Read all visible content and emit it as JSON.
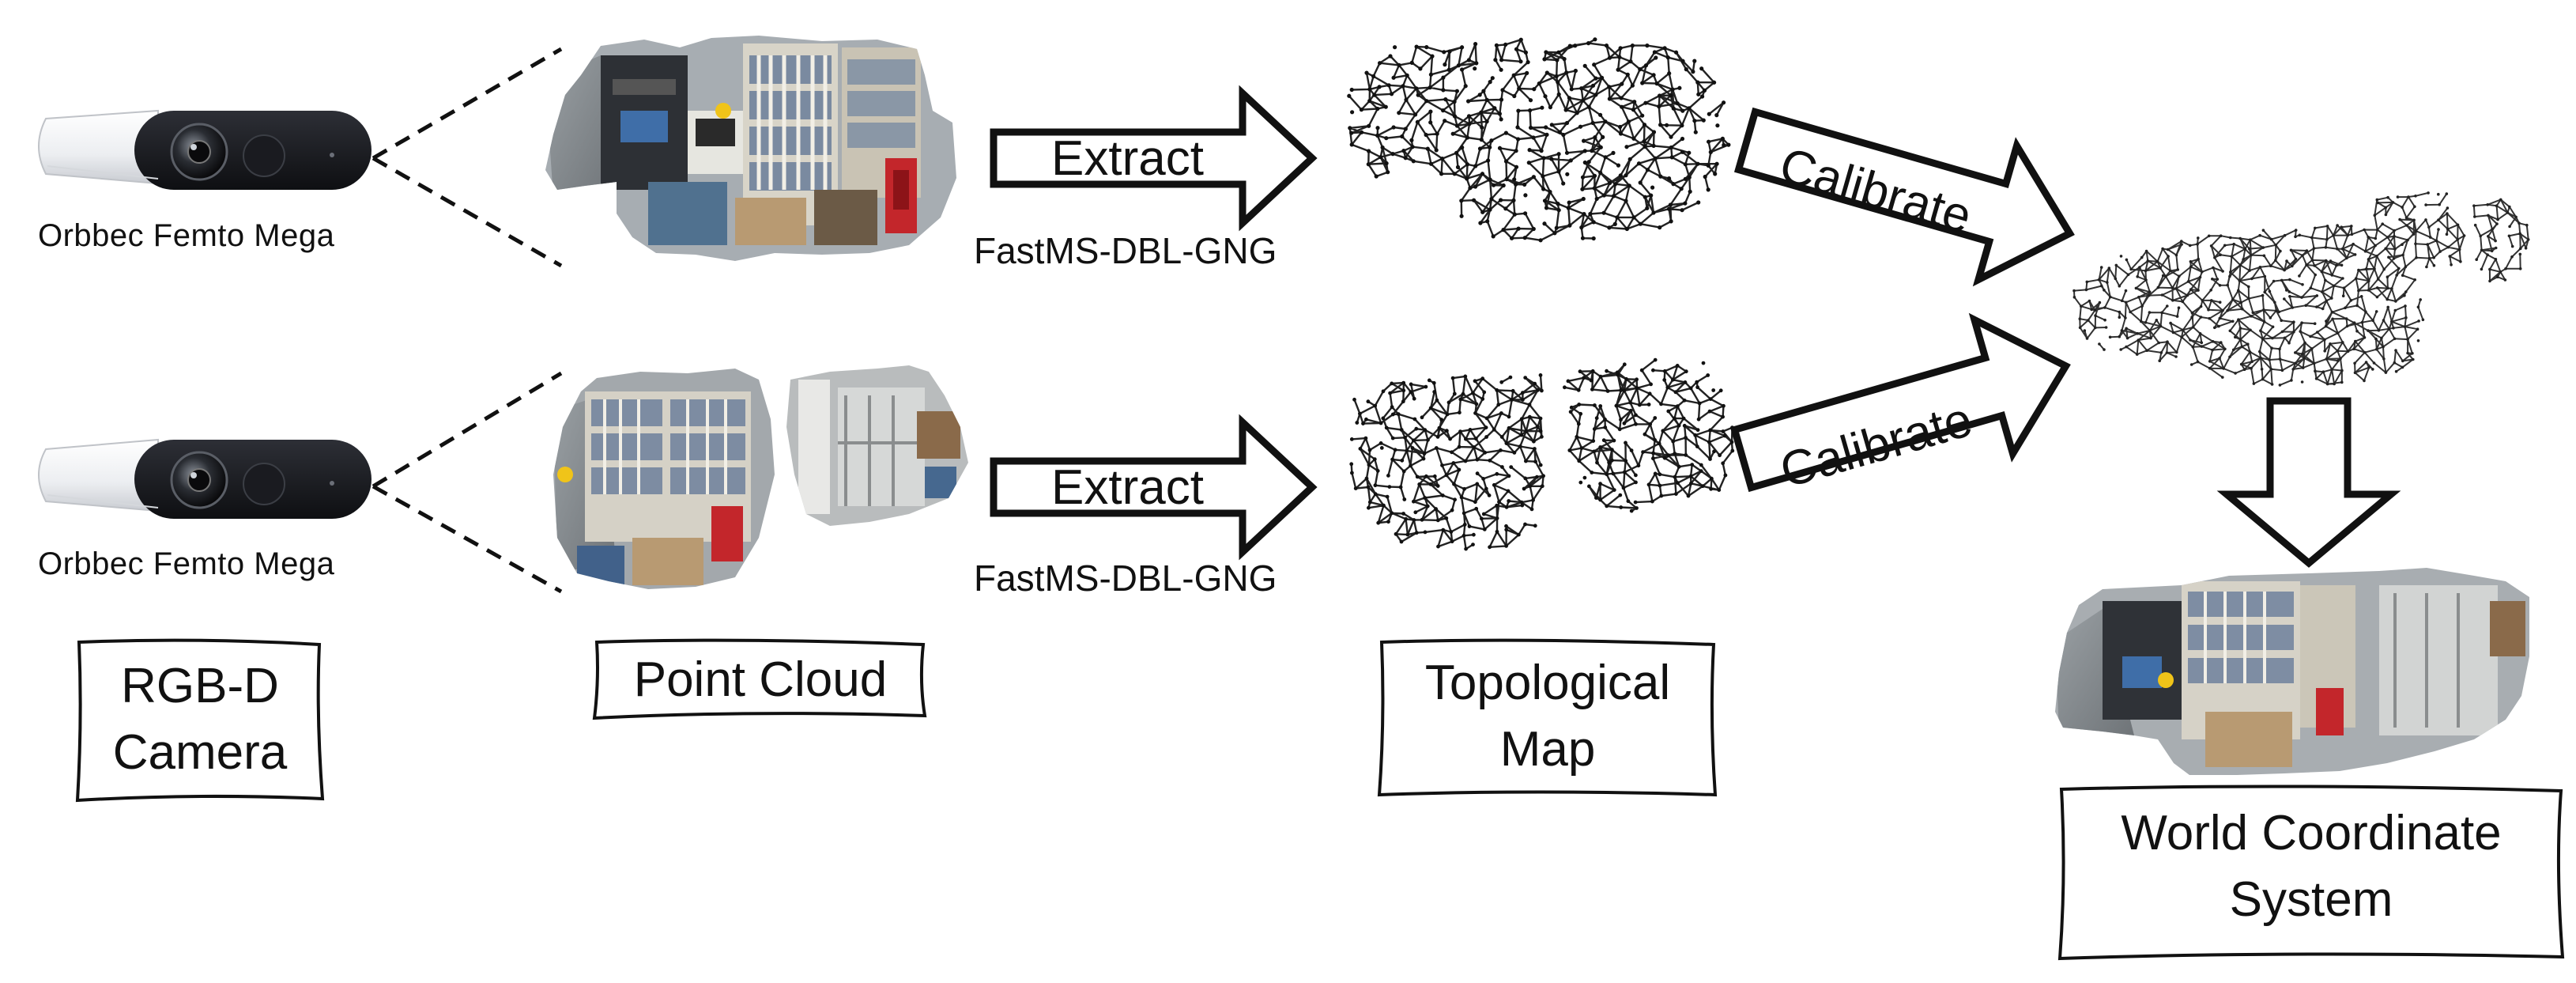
{
  "cameras": [
    {
      "model": "Orbbec Femto Mega"
    },
    {
      "model": "Orbbec Femto Mega"
    }
  ],
  "arrows": {
    "extract_label": "Extract",
    "algorithm": "FastMS-DBL-GNG",
    "calibrate_label": "Calibrate"
  },
  "stages": {
    "camera": "RGB-D\nCamera",
    "point_cloud": "Point Cloud",
    "topological_map": "Topological\nMap",
    "world": "World Coordinate\nSystem"
  },
  "colors": {
    "ink": "#111111",
    "camera_body": "#f2f3f5",
    "camera_face": "#1c1d22",
    "graph_node": "#222222"
  }
}
